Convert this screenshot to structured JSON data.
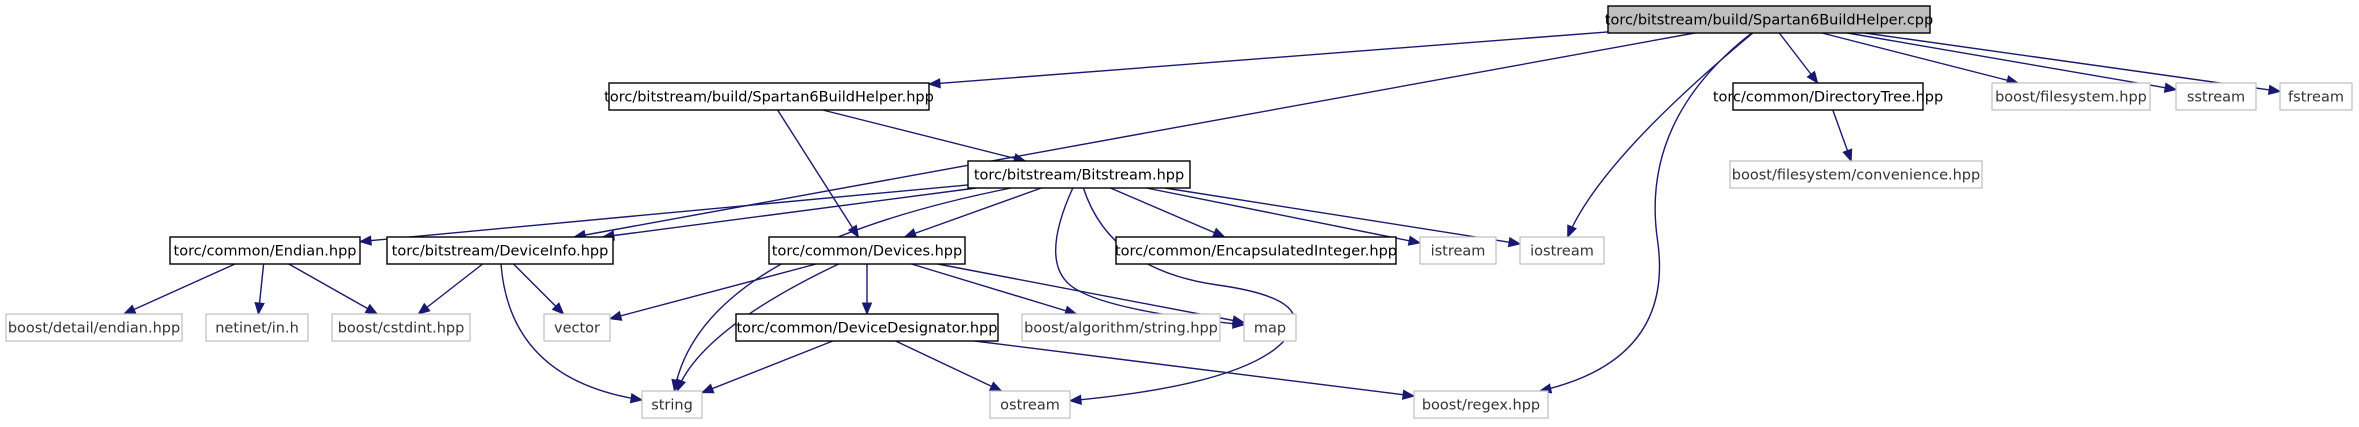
{
  "graph": {
    "nodes": [
      {
        "id": "root",
        "label": "torc/bitstream/build/Spartan6BuildHelper.cpp",
        "style": "root"
      },
      {
        "id": "s6h",
        "label": "torc/bitstream/build/Spartan6BuildHelper.hpp",
        "style": "local"
      },
      {
        "id": "bits",
        "label": "torc/bitstream/Bitstream.hpp",
        "style": "local"
      },
      {
        "id": "dirtree",
        "label": "torc/common/DirectoryTree.hpp",
        "style": "local"
      },
      {
        "id": "bfs",
        "label": "boost/filesystem.hpp",
        "style": "external"
      },
      {
        "id": "sstream",
        "label": "sstream",
        "style": "external"
      },
      {
        "id": "fstream",
        "label": "fstream",
        "style": "external"
      },
      {
        "id": "bfsconv",
        "label": "boost/filesystem/convenience.hpp",
        "style": "external"
      },
      {
        "id": "endian",
        "label": "torc/common/Endian.hpp",
        "style": "local"
      },
      {
        "id": "devinfo",
        "label": "torc/bitstream/DeviceInfo.hpp",
        "style": "local"
      },
      {
        "id": "devices",
        "label": "torc/common/Devices.hpp",
        "style": "local"
      },
      {
        "id": "encint",
        "label": "torc/common/EncapsulatedInteger.hpp",
        "style": "local"
      },
      {
        "id": "istream",
        "label": "istream",
        "style": "external"
      },
      {
        "id": "iostream",
        "label": "iostream",
        "style": "external"
      },
      {
        "id": "bdendian",
        "label": "boost/detail/endian.hpp",
        "style": "external"
      },
      {
        "id": "netinet",
        "label": "netinet/in.h",
        "style": "external"
      },
      {
        "id": "cstdint",
        "label": "boost/cstdint.hpp",
        "style": "external"
      },
      {
        "id": "vector",
        "label": "vector",
        "style": "external"
      },
      {
        "id": "devdes",
        "label": "torc/common/DeviceDesignator.hpp",
        "style": "local"
      },
      {
        "id": "balgo",
        "label": "boost/algorithm/string.hpp",
        "style": "external"
      },
      {
        "id": "map",
        "label": "map",
        "style": "external"
      },
      {
        "id": "string",
        "label": "string",
        "style": "external"
      },
      {
        "id": "ostream",
        "label": "ostream",
        "style": "external"
      },
      {
        "id": "bregex",
        "label": "boost/regex.hpp",
        "style": "external"
      }
    ],
    "edges": [
      {
        "from": "root",
        "to": "s6h"
      },
      {
        "from": "root",
        "to": "devinfo"
      },
      {
        "from": "root",
        "to": "bregex"
      },
      {
        "from": "root",
        "to": "iostream"
      },
      {
        "from": "root",
        "to": "dirtree"
      },
      {
        "from": "root",
        "to": "bfs"
      },
      {
        "from": "root",
        "to": "sstream"
      },
      {
        "from": "root",
        "to": "fstream"
      },
      {
        "from": "s6h",
        "to": "bits"
      },
      {
        "from": "s6h",
        "to": "devices"
      },
      {
        "from": "dirtree",
        "to": "bfsconv"
      },
      {
        "from": "bits",
        "to": "endian"
      },
      {
        "from": "bits",
        "to": "devinfo"
      },
      {
        "from": "bits",
        "to": "string"
      },
      {
        "from": "bits",
        "to": "devices"
      },
      {
        "from": "bits",
        "to": "map"
      },
      {
        "from": "bits",
        "to": "ostream"
      },
      {
        "from": "bits",
        "to": "encint"
      },
      {
        "from": "bits",
        "to": "istream"
      },
      {
        "from": "bits",
        "to": "iostream"
      },
      {
        "from": "endian",
        "to": "bdendian"
      },
      {
        "from": "endian",
        "to": "netinet"
      },
      {
        "from": "endian",
        "to": "cstdint"
      },
      {
        "from": "devinfo",
        "to": "cstdint"
      },
      {
        "from": "devinfo",
        "to": "vector"
      },
      {
        "from": "devinfo",
        "to": "string"
      },
      {
        "from": "devices",
        "to": "vector"
      },
      {
        "from": "devices",
        "to": "devdes"
      },
      {
        "from": "devices",
        "to": "balgo"
      },
      {
        "from": "devices",
        "to": "map"
      },
      {
        "from": "devices",
        "to": "string"
      },
      {
        "from": "devdes",
        "to": "string"
      },
      {
        "from": "devdes",
        "to": "ostream"
      },
      {
        "from": "devdes",
        "to": "bregex"
      }
    ]
  }
}
